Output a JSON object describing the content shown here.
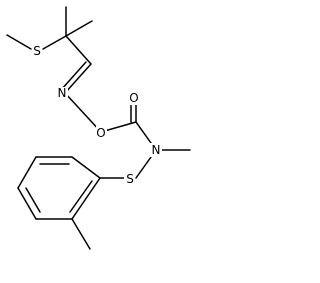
{
  "molecule": {
    "atom_labels": {
      "sulfur_top": "S",
      "oxime_nitrogen": "N",
      "oxime_oxygen": "O",
      "carbonyl_oxygen": "O",
      "carbamate_nitrogen": "N",
      "sulfur_bottom": "S"
    },
    "colors": {
      "bond": "#000000",
      "label": "#000000",
      "background": "#ffffff"
    }
  }
}
